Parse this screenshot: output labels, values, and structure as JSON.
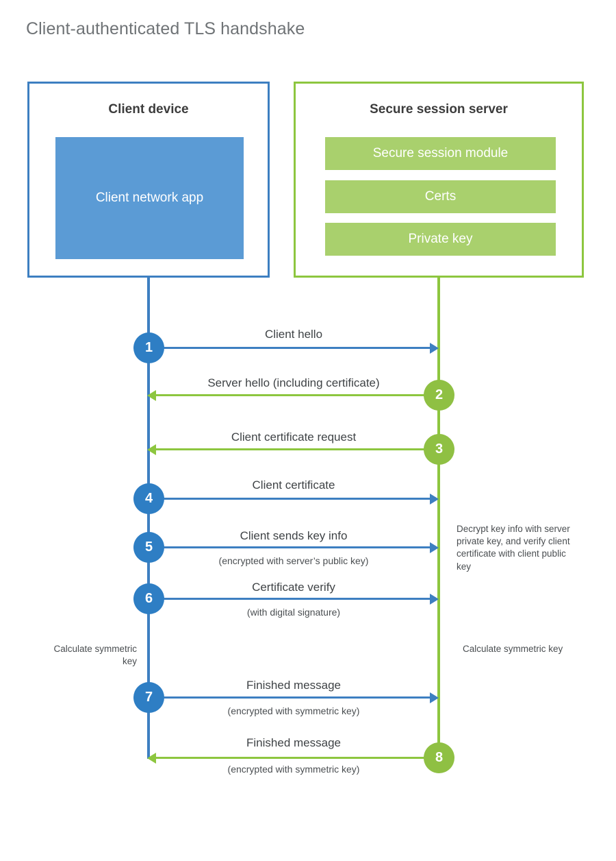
{
  "diagram": {
    "title": "Client-authenticated TLS handshake",
    "colors": {
      "client_blue": "#3d7fc1",
      "client_app_fill": "#5b9bd5",
      "server_green": "#8dc63f",
      "server_bar_fill": "#a9d06d",
      "step_blue": "#2e7ec4",
      "step_green": "#8fc043",
      "title_gray": "#6f7376",
      "text_dark": "#3c3c3c"
    },
    "participants": {
      "client": {
        "title": "Client device",
        "app_label": "Client network app"
      },
      "server": {
        "title": "Secure session server",
        "modules": [
          "Secure session module",
          "Certs",
          "Private key"
        ]
      }
    },
    "steps": [
      {
        "number": "1",
        "label": "Client hello",
        "sublabel": "",
        "direction": "client-to-server",
        "color": "blue"
      },
      {
        "number": "2",
        "label": "Server hello (including certificate)",
        "sublabel": "",
        "direction": "server-to-client",
        "color": "green"
      },
      {
        "number": "3",
        "label": "Client certificate request",
        "sublabel": "",
        "direction": "server-to-client",
        "color": "green"
      },
      {
        "number": "4",
        "label": "Client certificate",
        "sublabel": "",
        "direction": "client-to-server",
        "color": "blue"
      },
      {
        "number": "5",
        "label": "Client sends key info",
        "sublabel": "(encrypted with server’s public key)",
        "direction": "client-to-server",
        "color": "blue"
      },
      {
        "number": "6",
        "label": "Certificate verify",
        "sublabel": "(with digital signature)",
        "direction": "client-to-server",
        "color": "blue"
      },
      {
        "number": "7",
        "label": "Finished message",
        "sublabel": "(encrypted with symmetric key)",
        "direction": "client-to-server",
        "color": "blue"
      },
      {
        "number": "8",
        "label": "Finished message",
        "sublabel": "(encrypted with symmetric key)",
        "direction": "server-to-client",
        "color": "green"
      }
    ],
    "notes": {
      "server_decrypt": "Decrypt key info with server private key, and verify client certificate with client public key",
      "client_calculate": "Calculate symmetric key",
      "server_calculate": "Calculate symmetric key"
    }
  }
}
